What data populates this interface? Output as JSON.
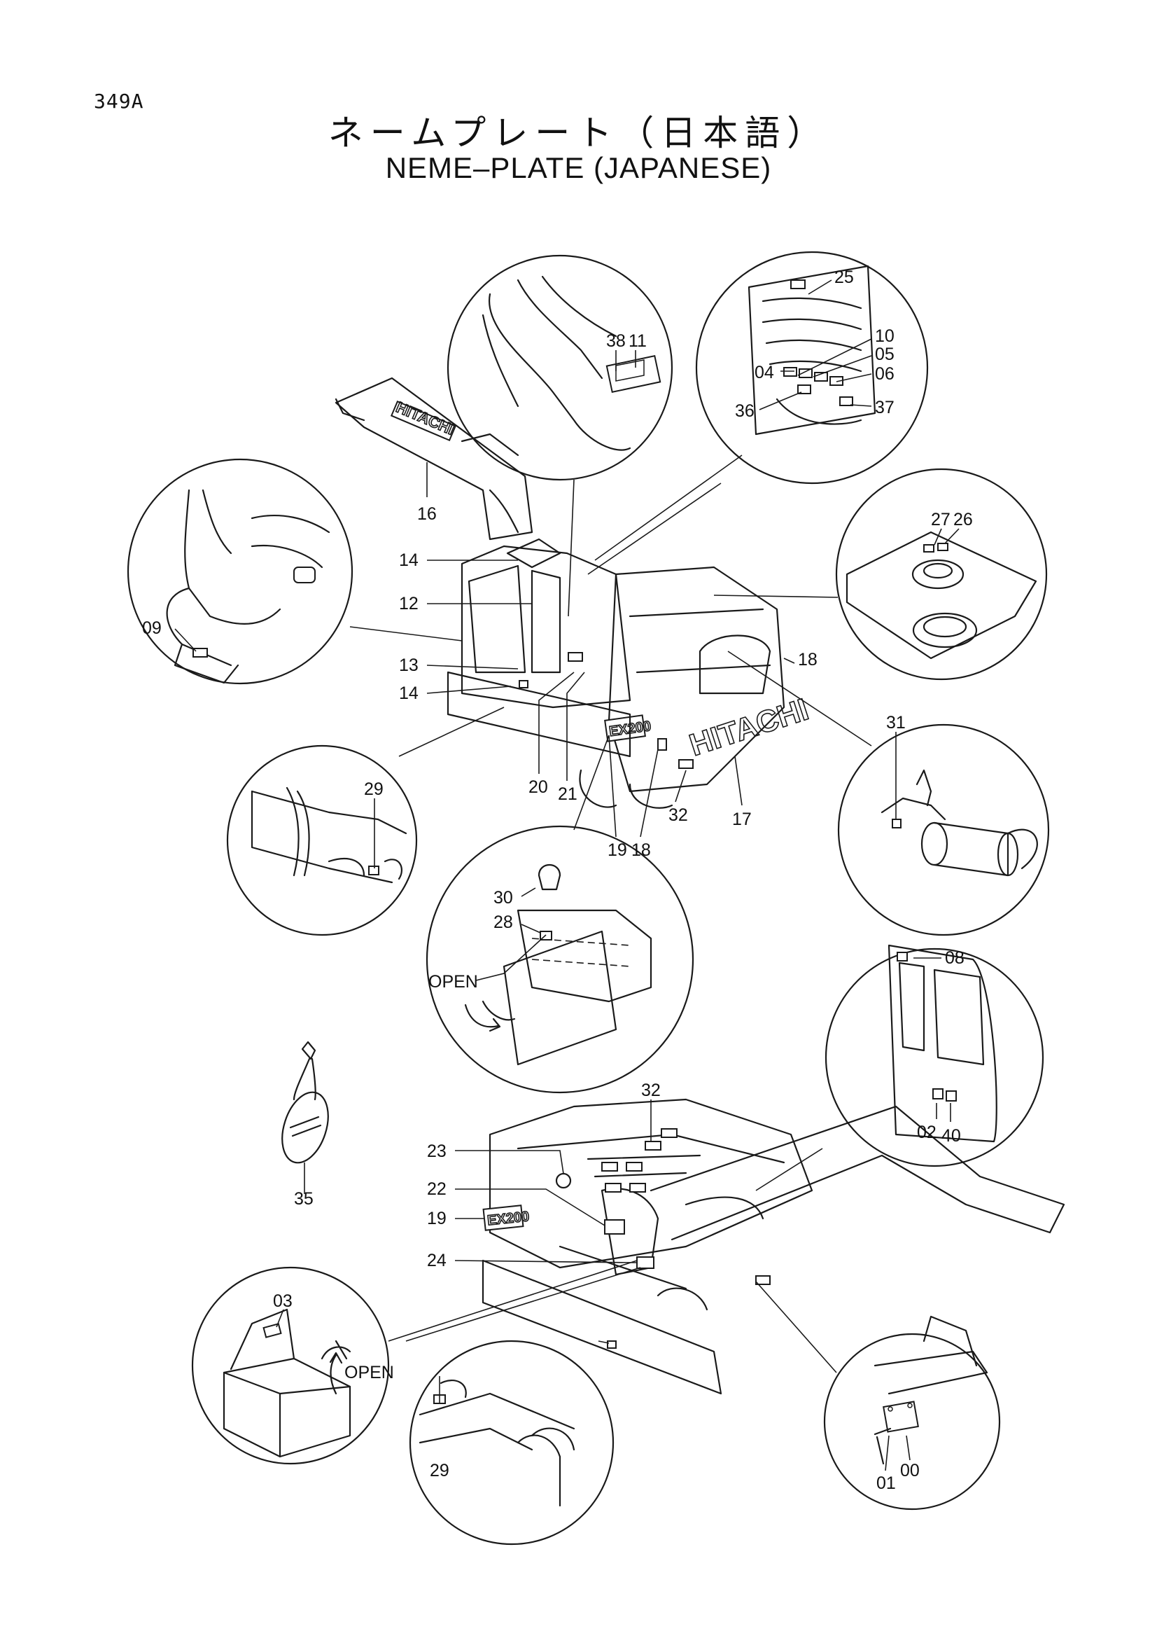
{
  "page": {
    "code": "349A",
    "title_jp": "ネームプレート（日本語）",
    "title_en": "NEME–PLATE (JAPANESE)"
  },
  "machine": {
    "brand_boom": "HITACHI",
    "brand_side": "HITACHI",
    "model_badge": "EX200"
  },
  "annotations": {
    "open_1": "OPEN",
    "open_2": "OPEN"
  },
  "callouts": [
    {
      "id": "c25",
      "text": "25"
    },
    {
      "id": "c10",
      "text": "10"
    },
    {
      "id": "c05",
      "text": "05"
    },
    {
      "id": "c04",
      "text": "04"
    },
    {
      "id": "c06",
      "text": "06"
    },
    {
      "id": "c36",
      "text": "36"
    },
    {
      "id": "c37",
      "text": "37"
    },
    {
      "id": "c38",
      "text": "38"
    },
    {
      "id": "c11",
      "text": "11"
    },
    {
      "id": "c16",
      "text": "16"
    },
    {
      "id": "c27",
      "text": "27"
    },
    {
      "id": "c26",
      "text": "26"
    },
    {
      "id": "c14a",
      "text": "14"
    },
    {
      "id": "c12",
      "text": "12"
    },
    {
      "id": "c09",
      "text": "09"
    },
    {
      "id": "c13",
      "text": "13"
    },
    {
      "id": "c14b",
      "text": "14"
    },
    {
      "id": "c18a",
      "text": "18"
    },
    {
      "id": "c31",
      "text": "31"
    },
    {
      "id": "c20",
      "text": "20"
    },
    {
      "id": "c21",
      "text": "21"
    },
    {
      "id": "c19a",
      "text": "19"
    },
    {
      "id": "c18b",
      "text": "18"
    },
    {
      "id": "c32a",
      "text": "32"
    },
    {
      "id": "c17",
      "text": "17"
    },
    {
      "id": "c29a",
      "text": "29"
    },
    {
      "id": "c30",
      "text": "30"
    },
    {
      "id": "c28",
      "text": "28"
    },
    {
      "id": "c08",
      "text": "08"
    },
    {
      "id": "c32b",
      "text": "32"
    },
    {
      "id": "c02",
      "text": "02"
    },
    {
      "id": "c40",
      "text": "40"
    },
    {
      "id": "c23",
      "text": "23"
    },
    {
      "id": "c22",
      "text": "22"
    },
    {
      "id": "c19b",
      "text": "19"
    },
    {
      "id": "c24",
      "text": "24"
    },
    {
      "id": "c35",
      "text": "35"
    },
    {
      "id": "c03",
      "text": "03"
    },
    {
      "id": "c29b",
      "text": "29"
    },
    {
      "id": "c01",
      "text": "01"
    },
    {
      "id": "c00",
      "text": "00"
    }
  ]
}
